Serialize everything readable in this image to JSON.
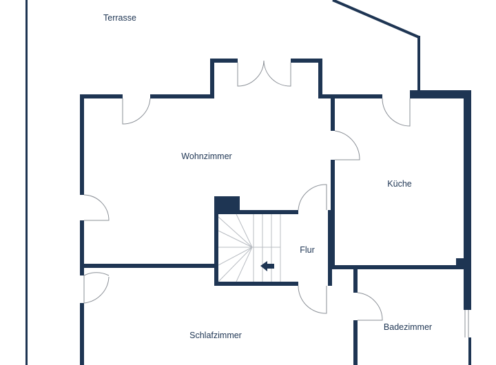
{
  "rooms": {
    "terrasse": "Terrasse",
    "wohnzimmer": "Wohnzimmer",
    "kueche": "Küche",
    "flur": "Flur",
    "schlafzimmer": "Schlafzimmer",
    "badezimmer": "Badezimmer"
  },
  "colors": {
    "wall": "#1e3553",
    "door": "#8a8f96"
  }
}
